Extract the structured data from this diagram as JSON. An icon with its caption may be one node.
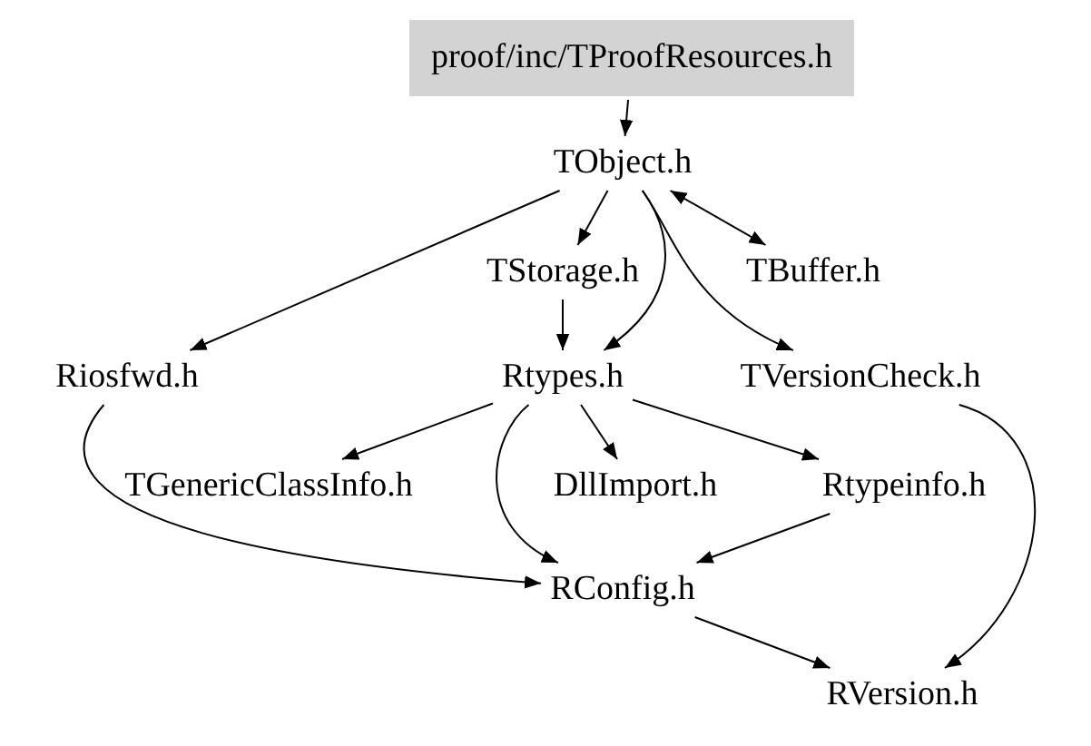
{
  "diagram": {
    "nodes": [
      {
        "text": [
          "proof/inc/TProofResources.h"
        ]
      },
      {
        "text": [
          "TObject.h"
        ]
      },
      {
        "text": [
          "Riosfwd.h"
        ]
      },
      {
        "text": [
          "TStorage.h"
        ]
      },
      {
        "text": [
          "TBuffer.h"
        ]
      },
      {
        "text": [
          "Rtypes.h"
        ]
      },
      {
        "text": [
          "TVersionCheck.h"
        ]
      },
      {
        "text": [
          "TGenericClassInfo.h"
        ]
      },
      {
        "text": [
          "DllImport.h"
        ]
      },
      {
        "text": [
          "Rtypeinfo.h"
        ]
      },
      {
        "text": [
          "RConfig.h"
        ]
      },
      {
        "text": [
          "RVersion.h"
        ]
      }
    ],
    "edges": [
      {
        "from": 0,
        "to": 1,
        "arrow": "to"
      },
      {
        "from": 1,
        "to": 2,
        "arrow": "to"
      },
      {
        "from": 1,
        "to": 3,
        "arrow": "to"
      },
      {
        "from": 1,
        "to": 4,
        "arrow": "both"
      },
      {
        "from": 1,
        "to": 5,
        "arrow": "to"
      },
      {
        "from": 1,
        "to": 6,
        "arrow": "to"
      },
      {
        "from": 3,
        "to": 5,
        "arrow": "to"
      },
      {
        "from": 5,
        "to": 7,
        "arrow": "to"
      },
      {
        "from": 5,
        "to": 8,
        "arrow": "to"
      },
      {
        "from": 5,
        "to": 9,
        "arrow": "to"
      },
      {
        "from": 5,
        "to": 10,
        "arrow": "to"
      },
      {
        "from": 2,
        "to": 10,
        "arrow": "to"
      },
      {
        "from": 9,
        "to": 10,
        "arrow": "to"
      },
      {
        "from": 10,
        "to": 11,
        "arrow": "to"
      },
      {
        "from": 6,
        "to": 11,
        "arrow": "to"
      }
    ]
  }
}
